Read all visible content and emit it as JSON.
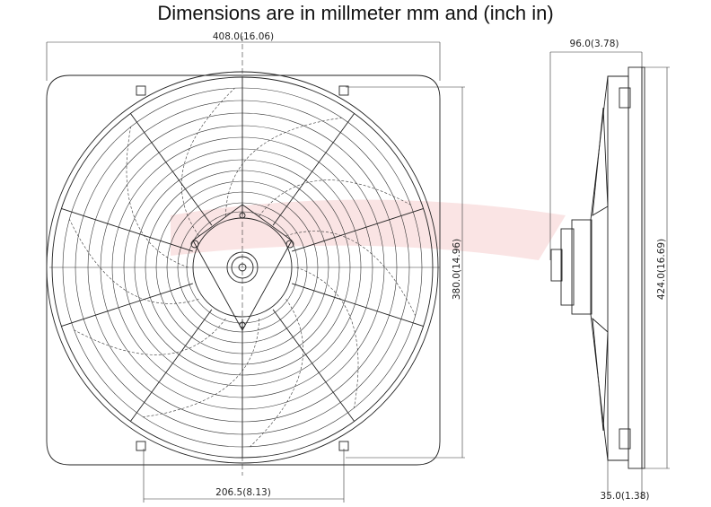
{
  "title": "Dimensions are in millmeter mm and (inch in)",
  "front_view": {
    "width_label": "408.0(16.06)",
    "height_label": "380.0(14.96)",
    "mount_spacing_label": "206.5(8.13)"
  },
  "side_view": {
    "depth_label": "96.0(3.78)",
    "height_label": "424.0(16.69)",
    "frame_depth_label": "35.0(1.38)"
  },
  "colors": {
    "line": "#222222",
    "watermark": "#f3d4d4"
  }
}
